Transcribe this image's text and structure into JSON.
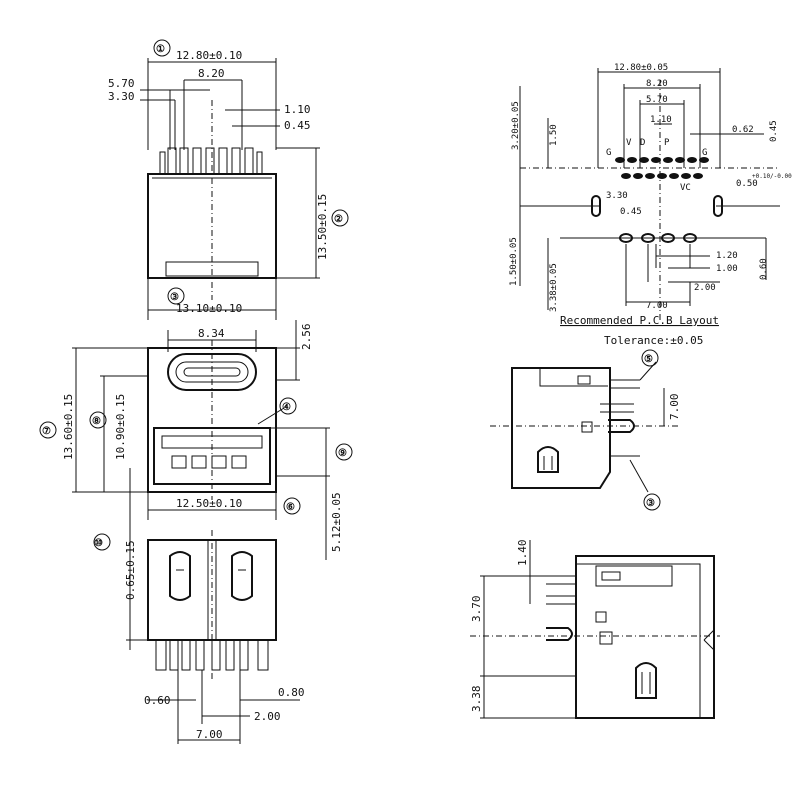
{
  "top_view": {
    "overall_width": "12.80±0.10",
    "w570": "5.70",
    "w820": "8.20",
    "w330": "3.30",
    "w110": "1.10",
    "w045": "0.45",
    "height": "13.50±0.15",
    "bottom_width": "13.10±0.10",
    "callout_1": "①",
    "callout_2": "②",
    "callout_3": "③"
  },
  "pcb": {
    "width": "12.80±0.05",
    "w820": "8.20",
    "w570": "5.70",
    "w110": "1.10",
    "w062": "0.62",
    "w045r": "0.45",
    "h320": "3.20±0.05",
    "h150": "1.50",
    "w050": "0.50",
    "w050_tol": "+0.10/-0.00",
    "w330": "3.30",
    "w045": "0.45",
    "h150b": "1.50±0.05",
    "h338": "3.38±0.05",
    "w120": "1.20",
    "w100": "1.00",
    "w200": "2.00",
    "w700": "7.00",
    "h060": "0.60",
    "pin_g": "G",
    "pin_v": "V",
    "pin_d": "D",
    "pin_p": "P",
    "pin_vc": "VC",
    "title": "Recommended P.C.B Layout",
    "tolerance": "Tolerance:±0.05"
  },
  "front_view": {
    "w834": "8.34",
    "h256": "2.56",
    "h1360": "13.60±0.15",
    "h1090": "10.90±0.15",
    "w1250": "12.50±0.10",
    "h512": "5.12±0.05",
    "callout_4": "④",
    "callout_6": "⑥",
    "callout_7": "⑦",
    "callout_8": "⑧",
    "callout_9": "⑨"
  },
  "bottom_view": {
    "h065": "0.65±0.15",
    "w060": "0.60",
    "w080": "0.80",
    "w200": "2.00",
    "w700": "7.00",
    "callout_10": "⑩"
  },
  "side_view_a": {
    "h700": "7.00",
    "callout_5": "⑤",
    "callout_3": "③"
  },
  "side_view_b": {
    "h140": "1.40",
    "h370": "3.70",
    "h338": "3.38"
  }
}
